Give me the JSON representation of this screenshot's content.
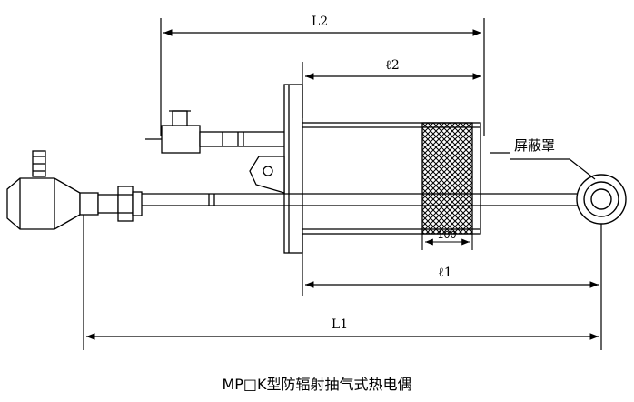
{
  "dimensions": {
    "L2": "L2",
    "l2": "ℓ2",
    "l1": "ℓ1",
    "L1": "L1",
    "d100": "100"
  },
  "callout": {
    "shield_label": "屏蔽罩"
  },
  "caption": "MP□K型防辐射抽气式热电偶",
  "colors": {
    "line": "#000000",
    "paper": "#ffffff"
  }
}
